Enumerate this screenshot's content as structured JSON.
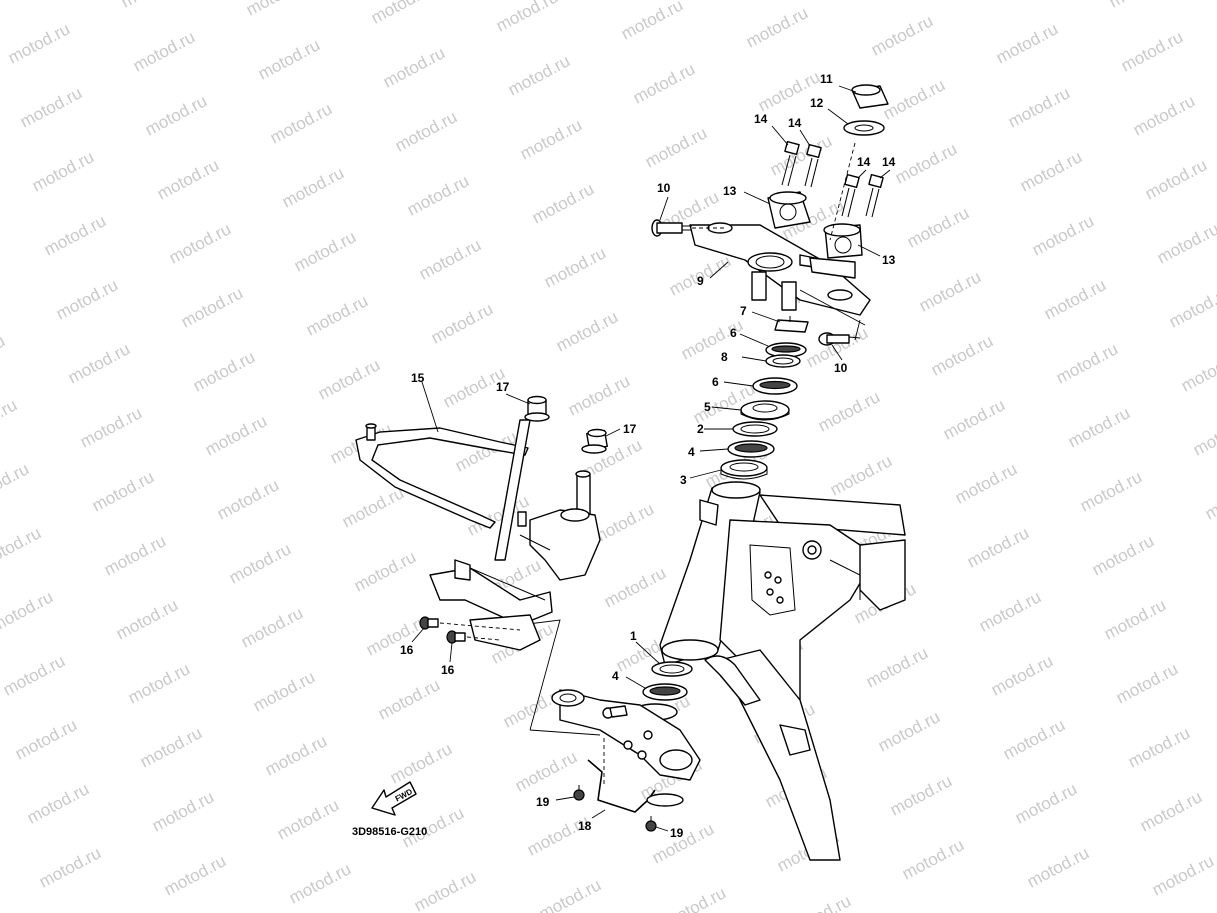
{
  "diagram": {
    "watermark": "motod.ru",
    "code": "3D98516-G210",
    "fwd_label": "FWD",
    "callouts": [
      "1",
      "2",
      "3",
      "4",
      "4",
      "5",
      "6",
      "6",
      "7",
      "8",
      "9",
      "10",
      "10",
      "11",
      "12",
      "13",
      "13",
      "14",
      "14",
      "14",
      "14",
      "15",
      "16",
      "16",
      "17",
      "17",
      "18",
      "19",
      "19"
    ]
  }
}
